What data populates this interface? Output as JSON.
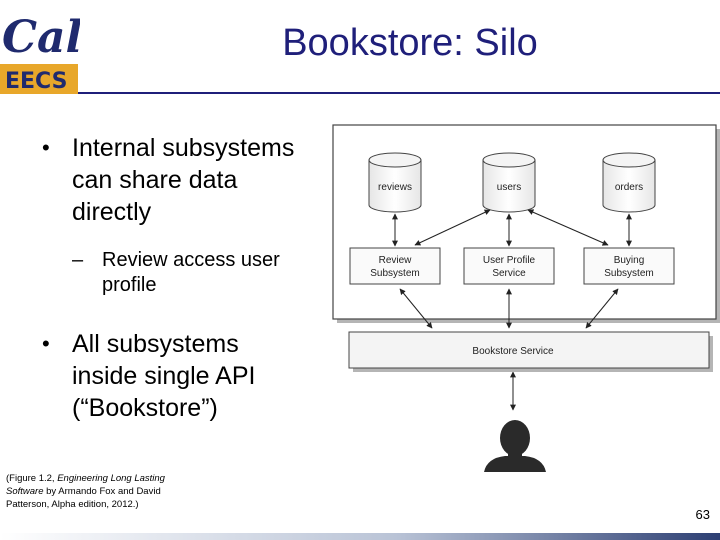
{
  "logo": {
    "cal": "Cal",
    "eecs": "EECS"
  },
  "title": "Bookstore: Silo",
  "bullets": {
    "b1": [
      "Internal subsystems",
      "can share data",
      "directly"
    ],
    "sub1": [
      "Review access user",
      "profile"
    ],
    "b2": [
      "All subsystems",
      "inside single API",
      "(“Bookstore”)"
    ]
  },
  "citation": {
    "line1_prefix": "(Figure 1.2, ",
    "line1_italic": "Engineering Long Lasting",
    "line2_italic": "Software",
    "line2_rest": " by Armando Fox and David",
    "line3": "Patterson, Alpha edition, 2012.)"
  },
  "page_number": "63",
  "diagram": {
    "databases": [
      "reviews",
      "users",
      "orders"
    ],
    "subsystems": [
      [
        "Review",
        "Subsystem"
      ],
      [
        "User Profile",
        "Service"
      ],
      [
        "Buying",
        "Subsystem"
      ]
    ],
    "service": "Bookstore Service",
    "user_icon": "person-silhouette-icon"
  },
  "colors": {
    "title": "#1f1f7a",
    "logo_blue": "#1f2a6e",
    "logo_gold": "#e8a72a"
  }
}
